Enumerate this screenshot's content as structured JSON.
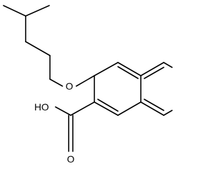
{
  "molecule": {
    "atoms": {
      "oxygen_ether": "O",
      "oxygen_hydroxyl": "HO",
      "oxygen_carbonyl": "O"
    },
    "colors": {
      "bond": "#000000",
      "label": "#000000",
      "background": "#ffffff"
    }
  }
}
